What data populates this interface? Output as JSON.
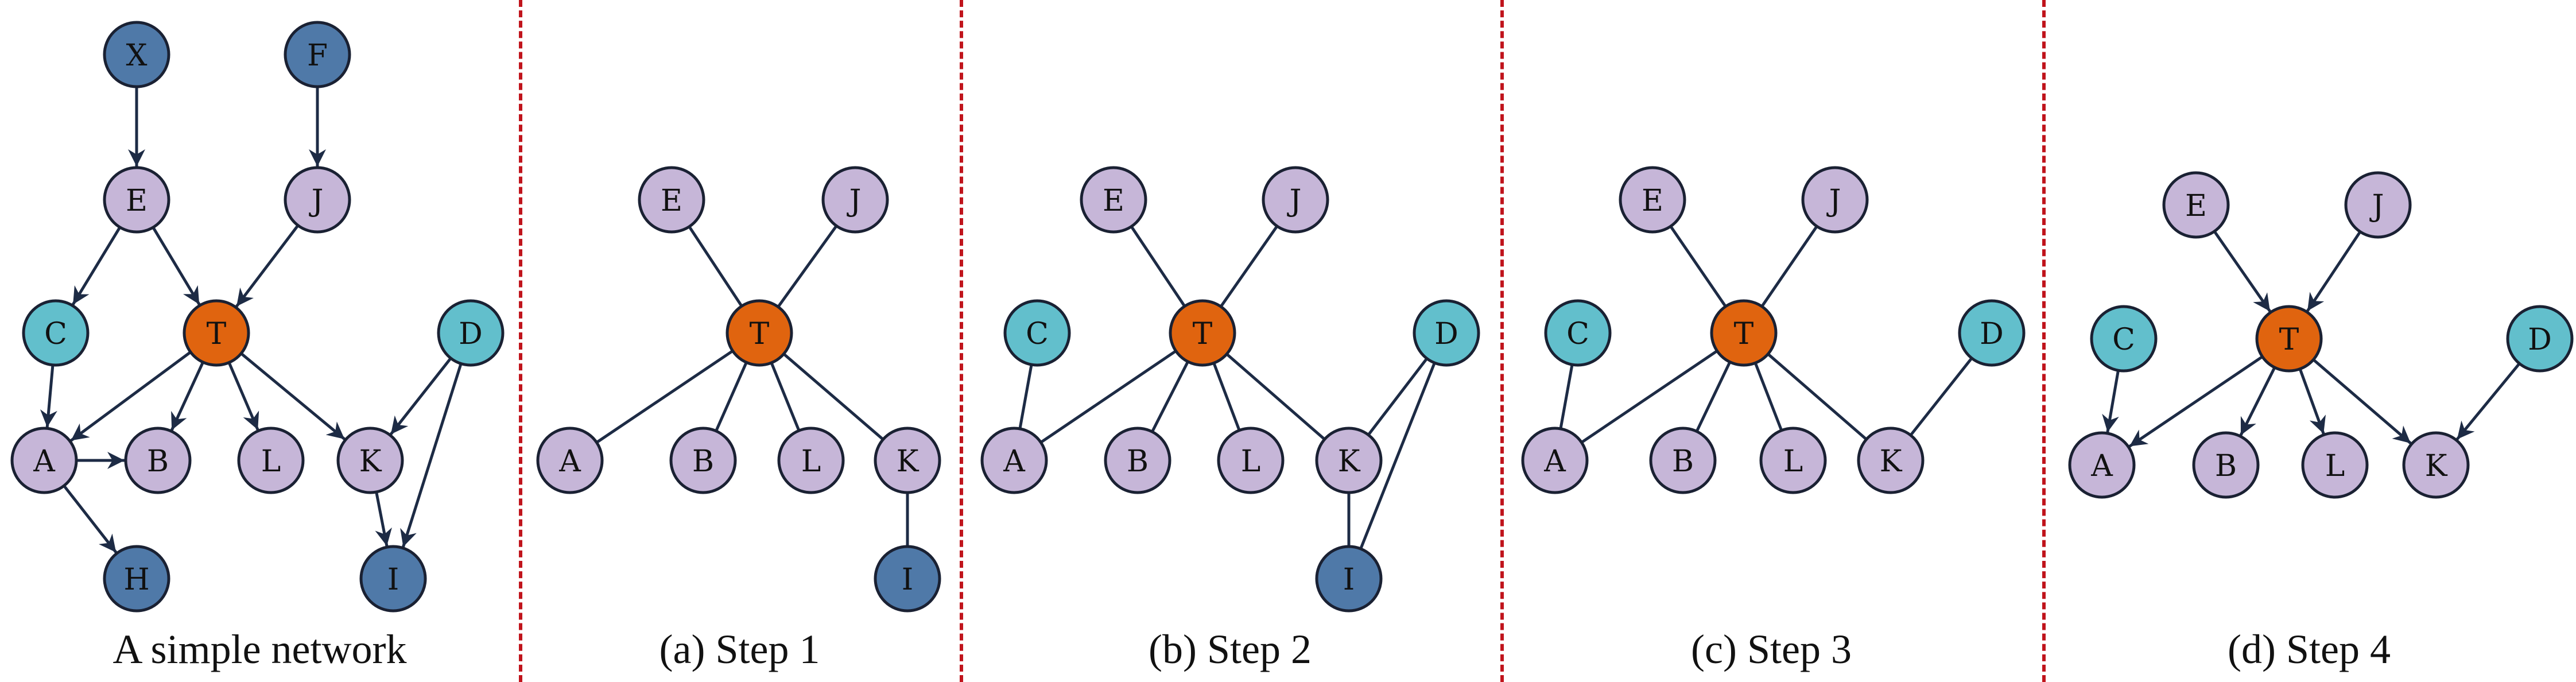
{
  "colors": {
    "purple": "#c6b6d8",
    "teal": "#62bfcc",
    "orange": "#e0640f",
    "blue": "#4f79a8",
    "edge": "#1d2b45",
    "divider": "#c0141c"
  },
  "panels": [
    {
      "id": "simple-network",
      "caption": "A simple network",
      "nodes": [
        {
          "id": "X",
          "label": "X",
          "color": "blue"
        },
        {
          "id": "F",
          "label": "F",
          "color": "blue"
        },
        {
          "id": "E",
          "label": "E",
          "color": "purple"
        },
        {
          "id": "J",
          "label": "J",
          "color": "purple"
        },
        {
          "id": "C",
          "label": "C",
          "color": "teal"
        },
        {
          "id": "T",
          "label": "T",
          "color": "orange"
        },
        {
          "id": "D",
          "label": "D",
          "color": "teal"
        },
        {
          "id": "A",
          "label": "A",
          "color": "purple"
        },
        {
          "id": "B",
          "label": "B",
          "color": "purple"
        },
        {
          "id": "L",
          "label": "L",
          "color": "purple"
        },
        {
          "id": "K",
          "label": "K",
          "color": "purple"
        },
        {
          "id": "H",
          "label": "H",
          "color": "blue"
        },
        {
          "id": "I",
          "label": "I",
          "color": "blue"
        }
      ],
      "edges": [
        {
          "from": "X",
          "to": "E",
          "directed": true
        },
        {
          "from": "F",
          "to": "J",
          "directed": true
        },
        {
          "from": "E",
          "to": "C",
          "directed": true
        },
        {
          "from": "E",
          "to": "T",
          "directed": true
        },
        {
          "from": "J",
          "to": "T",
          "directed": true
        },
        {
          "from": "C",
          "to": "A",
          "directed": true
        },
        {
          "from": "T",
          "to": "A",
          "directed": true
        },
        {
          "from": "T",
          "to": "B",
          "directed": true
        },
        {
          "from": "T",
          "to": "L",
          "directed": true
        },
        {
          "from": "T",
          "to": "K",
          "directed": true
        },
        {
          "from": "D",
          "to": "K",
          "directed": true
        },
        {
          "from": "D",
          "to": "I",
          "directed": true
        },
        {
          "from": "A",
          "to": "B",
          "directed": true
        },
        {
          "from": "A",
          "to": "H",
          "directed": true
        },
        {
          "from": "K",
          "to": "I",
          "directed": true
        }
      ]
    },
    {
      "id": "step-1",
      "caption": "(a) Step 1",
      "nodes": [
        {
          "id": "E",
          "label": "E",
          "color": "purple"
        },
        {
          "id": "J",
          "label": "J",
          "color": "purple"
        },
        {
          "id": "T",
          "label": "T",
          "color": "orange"
        },
        {
          "id": "A",
          "label": "A",
          "color": "purple"
        },
        {
          "id": "B",
          "label": "B",
          "color": "purple"
        },
        {
          "id": "L",
          "label": "L",
          "color": "purple"
        },
        {
          "id": "K",
          "label": "K",
          "color": "purple"
        },
        {
          "id": "I",
          "label": "I",
          "color": "blue"
        }
      ],
      "edges": [
        {
          "from": "E",
          "to": "T",
          "directed": false
        },
        {
          "from": "J",
          "to": "T",
          "directed": false
        },
        {
          "from": "T",
          "to": "A",
          "directed": false
        },
        {
          "from": "T",
          "to": "B",
          "directed": false
        },
        {
          "from": "T",
          "to": "L",
          "directed": false
        },
        {
          "from": "T",
          "to": "K",
          "directed": false
        },
        {
          "from": "K",
          "to": "I",
          "directed": false
        }
      ]
    },
    {
      "id": "step-2",
      "caption": "(b) Step 2",
      "nodes": [
        {
          "id": "E",
          "label": "E",
          "color": "purple"
        },
        {
          "id": "J",
          "label": "J",
          "color": "purple"
        },
        {
          "id": "C",
          "label": "C",
          "color": "teal"
        },
        {
          "id": "T",
          "label": "T",
          "color": "orange"
        },
        {
          "id": "D",
          "label": "D",
          "color": "teal"
        },
        {
          "id": "A",
          "label": "A",
          "color": "purple"
        },
        {
          "id": "B",
          "label": "B",
          "color": "purple"
        },
        {
          "id": "L",
          "label": "L",
          "color": "purple"
        },
        {
          "id": "K",
          "label": "K",
          "color": "purple"
        },
        {
          "id": "I",
          "label": "I",
          "color": "blue"
        }
      ],
      "edges": [
        {
          "from": "E",
          "to": "T",
          "directed": false
        },
        {
          "from": "J",
          "to": "T",
          "directed": false
        },
        {
          "from": "C",
          "to": "A",
          "directed": false
        },
        {
          "from": "T",
          "to": "A",
          "directed": false
        },
        {
          "from": "T",
          "to": "B",
          "directed": false
        },
        {
          "from": "T",
          "to": "L",
          "directed": false
        },
        {
          "from": "T",
          "to": "K",
          "directed": false
        },
        {
          "from": "D",
          "to": "K",
          "directed": false
        },
        {
          "from": "D",
          "to": "I",
          "directed": false
        },
        {
          "from": "K",
          "to": "I",
          "directed": false
        }
      ]
    },
    {
      "id": "step-3",
      "caption": "(c) Step 3",
      "nodes": [
        {
          "id": "E",
          "label": "E",
          "color": "purple"
        },
        {
          "id": "J",
          "label": "J",
          "color": "purple"
        },
        {
          "id": "C",
          "label": "C",
          "color": "teal"
        },
        {
          "id": "T",
          "label": "T",
          "color": "orange"
        },
        {
          "id": "D",
          "label": "D",
          "color": "teal"
        },
        {
          "id": "A",
          "label": "A",
          "color": "purple"
        },
        {
          "id": "B",
          "label": "B",
          "color": "purple"
        },
        {
          "id": "L",
          "label": "L",
          "color": "purple"
        },
        {
          "id": "K",
          "label": "K",
          "color": "purple"
        }
      ],
      "edges": [
        {
          "from": "E",
          "to": "T",
          "directed": false
        },
        {
          "from": "J",
          "to": "T",
          "directed": false
        },
        {
          "from": "C",
          "to": "A",
          "directed": false
        },
        {
          "from": "T",
          "to": "A",
          "directed": false
        },
        {
          "from": "T",
          "to": "B",
          "directed": false
        },
        {
          "from": "T",
          "to": "L",
          "directed": false
        },
        {
          "from": "T",
          "to": "K",
          "directed": false
        },
        {
          "from": "D",
          "to": "K",
          "directed": false
        }
      ]
    },
    {
      "id": "step-4",
      "caption": "(d) Step 4",
      "nodes": [
        {
          "id": "E",
          "label": "E",
          "color": "purple"
        },
        {
          "id": "J",
          "label": "J",
          "color": "purple"
        },
        {
          "id": "C",
          "label": "C",
          "color": "teal"
        },
        {
          "id": "T",
          "label": "T",
          "color": "orange"
        },
        {
          "id": "D",
          "label": "D",
          "color": "teal"
        },
        {
          "id": "A",
          "label": "A",
          "color": "purple"
        },
        {
          "id": "B",
          "label": "B",
          "color": "purple"
        },
        {
          "id": "L",
          "label": "L",
          "color": "purple"
        },
        {
          "id": "K",
          "label": "K",
          "color": "purple"
        }
      ],
      "edges": [
        {
          "from": "E",
          "to": "T",
          "directed": true
        },
        {
          "from": "J",
          "to": "T",
          "directed": true
        },
        {
          "from": "C",
          "to": "A",
          "directed": true
        },
        {
          "from": "T",
          "to": "A",
          "directed": true
        },
        {
          "from": "T",
          "to": "B",
          "directed": true
        },
        {
          "from": "T",
          "to": "L",
          "directed": true
        },
        {
          "from": "T",
          "to": "K",
          "directed": true
        },
        {
          "from": "D",
          "to": "K",
          "directed": true
        }
      ]
    }
  ]
}
